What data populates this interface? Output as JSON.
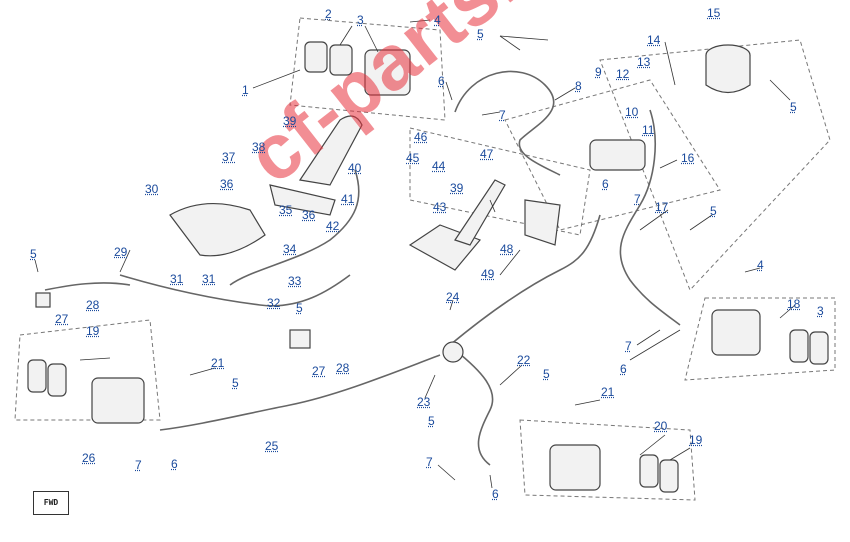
{
  "watermark": "cf-parts.ru",
  "fwd_label": "FWD",
  "labels": [
    {
      "id": "n1",
      "text": "1"
    },
    {
      "id": "n2",
      "text": "2"
    },
    {
      "id": "n3",
      "text": "3"
    },
    {
      "id": "n4a",
      "text": "4"
    },
    {
      "id": "n5a",
      "text": "5"
    },
    {
      "id": "n6a",
      "text": "6"
    },
    {
      "id": "n7a",
      "text": "7"
    },
    {
      "id": "n8",
      "text": "8"
    },
    {
      "id": "n9",
      "text": "9"
    },
    {
      "id": "n10",
      "text": "10"
    },
    {
      "id": "n11",
      "text": "11"
    },
    {
      "id": "n12",
      "text": "12"
    },
    {
      "id": "n13",
      "text": "13"
    },
    {
      "id": "n14",
      "text": "14"
    },
    {
      "id": "n15",
      "text": "15"
    },
    {
      "id": "n5b",
      "text": "5"
    },
    {
      "id": "n16",
      "text": "16"
    },
    {
      "id": "n6b",
      "text": "6"
    },
    {
      "id": "n7b",
      "text": "7"
    },
    {
      "id": "n17",
      "text": "17"
    },
    {
      "id": "n5c",
      "text": "5"
    },
    {
      "id": "n4b",
      "text": "4"
    },
    {
      "id": "n18",
      "text": "18"
    },
    {
      "id": "n3b",
      "text": "3"
    },
    {
      "id": "n7c",
      "text": "7"
    },
    {
      "id": "n6c",
      "text": "6"
    },
    {
      "id": "n39a",
      "text": "39"
    },
    {
      "id": "n38",
      "text": "38"
    },
    {
      "id": "n37",
      "text": "37"
    },
    {
      "id": "n36a",
      "text": "36"
    },
    {
      "id": "n40",
      "text": "40"
    },
    {
      "id": "n41",
      "text": "41"
    },
    {
      "id": "n35",
      "text": "35"
    },
    {
      "id": "n36b",
      "text": "36"
    },
    {
      "id": "n42",
      "text": "42"
    },
    {
      "id": "n30",
      "text": "30"
    },
    {
      "id": "n46",
      "text": "46"
    },
    {
      "id": "n45",
      "text": "45"
    },
    {
      "id": "n44",
      "text": "44"
    },
    {
      "id": "n47",
      "text": "47"
    },
    {
      "id": "n39b",
      "text": "39"
    },
    {
      "id": "n43",
      "text": "43"
    },
    {
      "id": "n48",
      "text": "48"
    },
    {
      "id": "n49",
      "text": "49"
    },
    {
      "id": "n5d",
      "text": "5"
    },
    {
      "id": "n29",
      "text": "29"
    },
    {
      "id": "n34",
      "text": "34"
    },
    {
      "id": "n31a",
      "text": "31"
    },
    {
      "id": "n31b",
      "text": "31"
    },
    {
      "id": "n33",
      "text": "33"
    },
    {
      "id": "n28a",
      "text": "28"
    },
    {
      "id": "n27a",
      "text": "27"
    },
    {
      "id": "n32",
      "text": "32"
    },
    {
      "id": "n5e",
      "text": "5"
    },
    {
      "id": "n24",
      "text": "24"
    },
    {
      "id": "n19a",
      "text": "19"
    },
    {
      "id": "n21a",
      "text": "21"
    },
    {
      "id": "n5f",
      "text": "5"
    },
    {
      "id": "n27b",
      "text": "27"
    },
    {
      "id": "n28b",
      "text": "28"
    },
    {
      "id": "n23",
      "text": "23"
    },
    {
      "id": "n22",
      "text": "22"
    },
    {
      "id": "n5g",
      "text": "5"
    },
    {
      "id": "n21b",
      "text": "21"
    },
    {
      "id": "n5h",
      "text": "5"
    },
    {
      "id": "n25",
      "text": "25"
    },
    {
      "id": "n26",
      "text": "26"
    },
    {
      "id": "n7d",
      "text": "7"
    },
    {
      "id": "n6d",
      "text": "6"
    },
    {
      "id": "n20",
      "text": "20"
    },
    {
      "id": "n19b",
      "text": "19"
    },
    {
      "id": "n7e",
      "text": "7"
    },
    {
      "id": "n6e",
      "text": "6"
    }
  ]
}
